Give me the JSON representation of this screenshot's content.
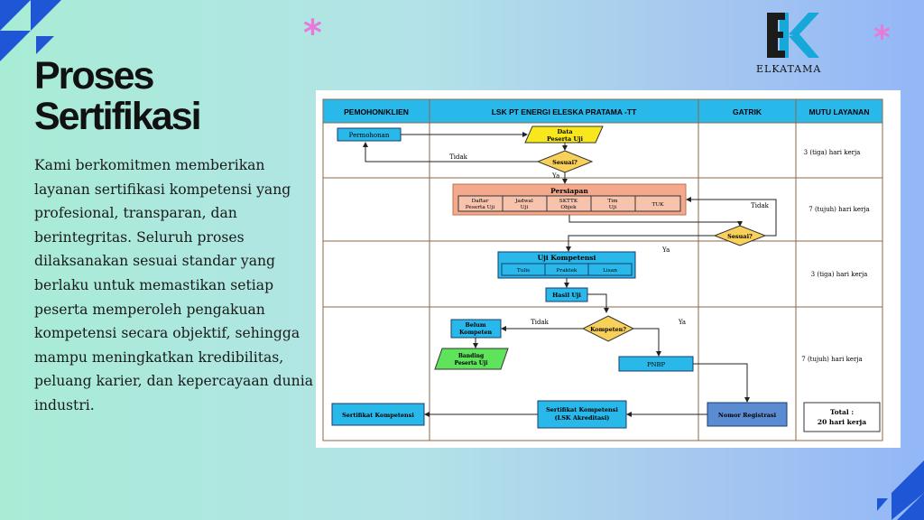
{
  "slide": {
    "title_line1": "Proses",
    "title_line2": "Sertifikasi",
    "body": "Kami berkomitmen memberikan layanan sertifikasi kompetensi yang profesional, transparan, dan berintegritas. Seluruh proses dilaksanakan sesuai standar yang berlaku untuk memastikan setiap peserta memperoleh pengakuan kompetensi secara objektif, sehingga mampu meningkatkan kredibilitas, peluang karier, dan kepercayaan dunia industri."
  },
  "brand": {
    "name": "ELKATAMA"
  },
  "decor": {
    "asterisk": "*"
  },
  "flowchart": {
    "headers": {
      "col1": "PEMOHON/KLIEN",
      "col2": "LSK PT ENERGI ELESKA PRATAMA -TT",
      "col3": "GATRIK",
      "col4": "MUTU LAYANAN"
    },
    "permohonan": "Permohonan",
    "data_peserta_line1": "Data",
    "data_peserta_line2": "Peserta Uji",
    "tidak_1": "Tidak",
    "sesuai_1": "Sesuai?",
    "ya_1": "Ya",
    "persiapan": "Persiapan",
    "persiapan_items": [
      {
        "l1": "Daftar",
        "l2": "Peserta Uji"
      },
      {
        "l1": "Jadwal",
        "l2": "Uji"
      },
      {
        "l1": "SKTTK",
        "l2": "Objek"
      },
      {
        "l1": "Tim",
        "l2": "Uji"
      },
      {
        "l1": "TUK",
        "l2": ""
      }
    ],
    "tidak_2": "Tidak",
    "sesuai_2": "Sesuai?",
    "ya_2": "Ya",
    "uji_kompetensi": "Uji Kompetensi",
    "uji_items": [
      "Tulis",
      "Praktek",
      "Lisan"
    ],
    "hasil_uji": "Hasil Uji",
    "tidak_3": "Tidak",
    "kompeten": "Kompeten?",
    "ya_3": "Ya",
    "belum_line1": "Belum",
    "belum_line2": "Kompeten",
    "banding_line1": "Banding",
    "banding_line2": "Peserta Uji",
    "pnbp": "PNBP",
    "sertifikat_klien": "Sertifikat Kompetensi",
    "sertifikat_lsk_line1": "Sertifikat Kompetensi",
    "sertifikat_lsk_line2": "(LSK Akreditasi)",
    "nomor_registrasi": "Nomor Registrasi",
    "mutu": [
      "3 (tiga) hari kerja",
      "7 (tujuh) hari kerja",
      "3 (tiga) hari kerja",
      "7 (tujuh) hari kerja"
    ],
    "total_line1": "Total :",
    "total_line2": "20 hari kerja"
  }
}
